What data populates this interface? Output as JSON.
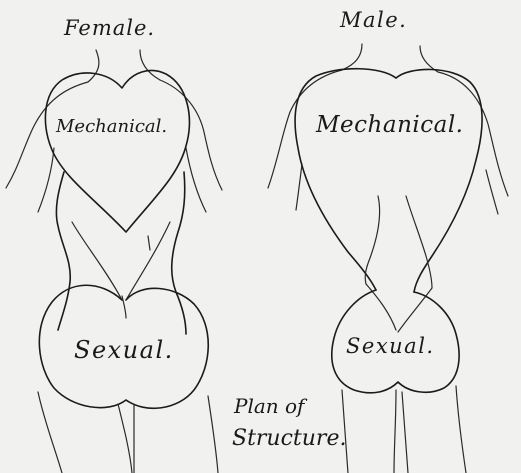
{
  "figure": {
    "female_title": "Female.",
    "male_title": "Male.",
    "female_upper_region": "Mechanical.",
    "male_upper_region": "Mechanical.",
    "female_lower_region": "Sexual.",
    "male_lower_region": "Sexual.",
    "caption_line1": "Plan of",
    "caption_line2": "Structure."
  }
}
